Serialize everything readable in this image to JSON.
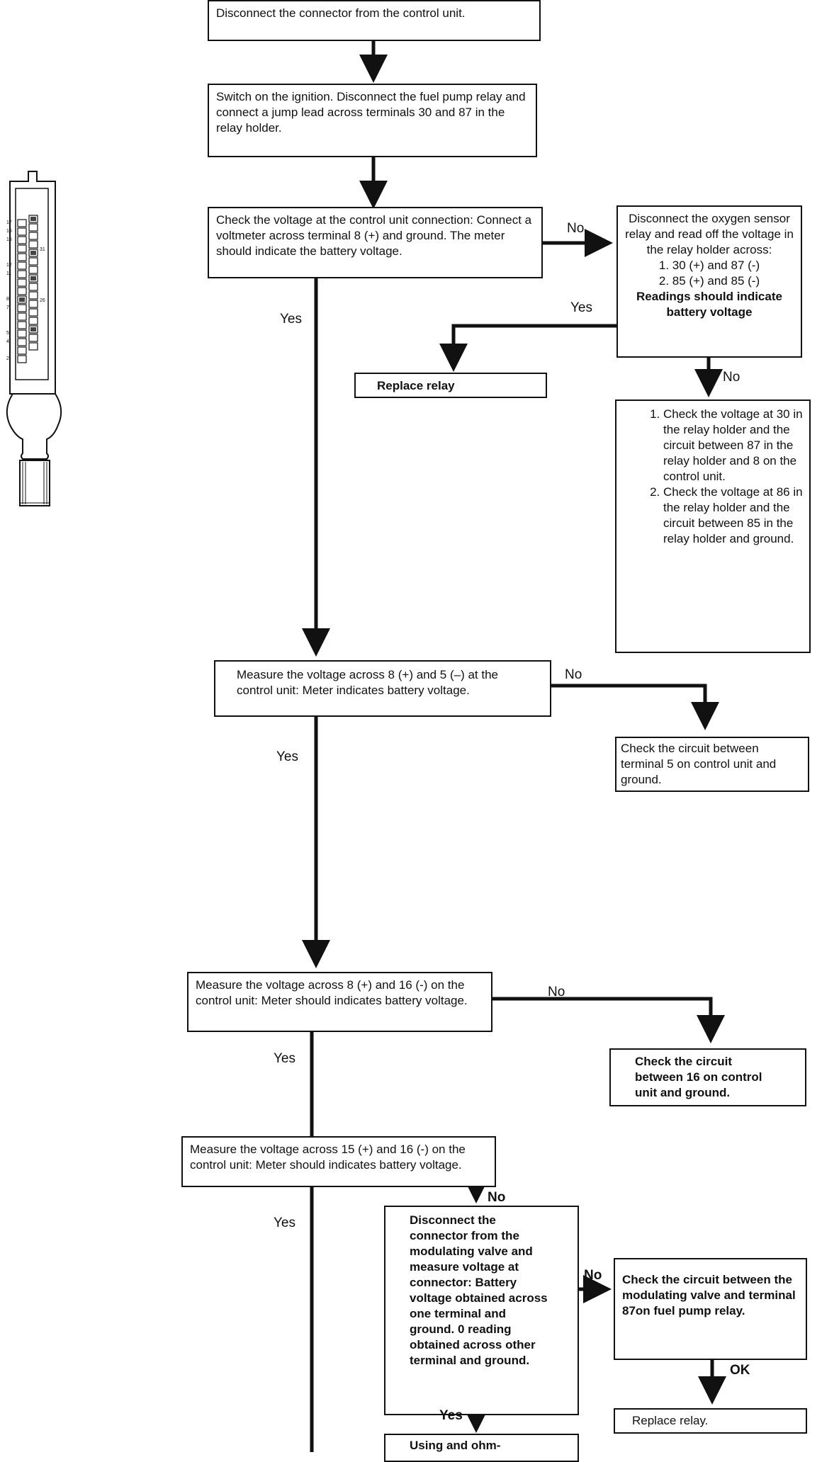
{
  "boxes": {
    "disconnect_connector": "Disconnect the connector from the control unit.",
    "switch_ignition": "Switch on the ignition. Disconnect the fuel pump relay and connect a jump lead across terminals 30 and 87 in the relay holder.",
    "check_voltage_8": "Check the voltage at the control unit connection: Connect a voltmeter across terminal 8 (+) and ground. The meter should indicate the battery voltage.",
    "oxygen_relay": {
      "intro": "Disconnect the oxygen sensor relay and read off the voltage in the relay holder across:",
      "item1": "1. 30 (+) and 87 (-)",
      "item2": "2. 85 (+) and 85 (-)",
      "result": "Readings should indicate battery voltage"
    },
    "replace_relay_1": "Replace relay",
    "check_list": {
      "item1": "Check the voltage at 30 in the relay holder and the circuit between 87 in the relay holder and 8 on the control unit.",
      "item2": "Check the voltage at 86 in the relay holder and the circuit between 85 in the relay holder and ground."
    },
    "measure_8_5": "Measure the voltage across 8 (+) and 5 (–) at the control unit: Meter indicates battery voltage.",
    "check_terminal_5": "Check the circuit between terminal 5 on control unit and ground.",
    "measure_8_16": "Measure the voltage across 8 (+) and 16 (-) on the control unit: Meter should indicates battery voltage.",
    "check_16": "Check the circuit between 16 on control unit and ground.",
    "measure_15_16": "Measure the voltage across 15 (+) and 16 (-) on the control unit: Meter should indicates battery voltage.",
    "disconnect_modulating": "Disconnect the connector from the modulating valve and measure voltage at connector: Battery voltage obtained across one terminal and ground. 0 reading obtained across other terminal and ground.",
    "check_modulating_87": "Check the circuit between the modulating valve and terminal 87on fuel pump relay.",
    "replace_relay_2": "Replace relay.",
    "using_ohm": "Using and ohm-"
  },
  "labels": {
    "no1": "No",
    "yes1": "Yes",
    "yes2": "Yes",
    "no2": "No",
    "no3": "No",
    "yes3": "Yes",
    "no4": "No",
    "yes4": "Yes",
    "no5": "No",
    "yes5": "Yes",
    "no6": "No",
    "ok": "OK",
    "yes6": "Yes"
  },
  "pins": {
    "left": [
      "17",
      "16",
      "15",
      "12",
      "11",
      "8",
      "7",
      "5",
      "4",
      "2"
    ],
    "right": [
      "31",
      "26"
    ]
  },
  "colors": {
    "ink": "#111111",
    "paper": "#ffffff"
  }
}
